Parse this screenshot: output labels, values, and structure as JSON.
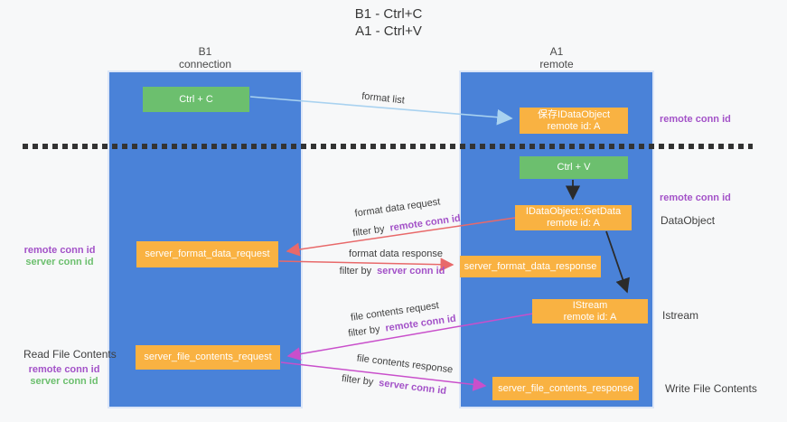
{
  "title": {
    "line1": "B1 - Ctrl+C",
    "line2": "A1 - Ctrl+V"
  },
  "columns": {
    "left": {
      "name": "B1",
      "role": "connection"
    },
    "right": {
      "name": "A1",
      "role": "remote"
    }
  },
  "nodes": {
    "ctrl_c": {
      "label": "Ctrl + C"
    },
    "save_idataobject": {
      "line1": "保存IDataObject",
      "line2": "remote id: A"
    },
    "ctrl_v": {
      "label": "Ctrl + V"
    },
    "idataobject_getdata": {
      "line1": "IDataObject::GetData",
      "line2": "remote id: A"
    },
    "server_format_data_request": {
      "label": "server_format_data_request"
    },
    "server_format_data_response": {
      "label": "server_format_data_response"
    },
    "istream": {
      "line1": "IStream",
      "line2": "remote id: A"
    },
    "server_file_contents_request": {
      "label": "server_file_contents_request"
    },
    "server_file_contents_response": {
      "label": "server_file_contents_response"
    }
  },
  "arrow_labels": {
    "format_list": "format list",
    "format_data_request": "format data request",
    "format_data_response": "format data response",
    "file_contents_request": "file contents request",
    "file_contents_response": "file contents response",
    "filter_by": "filter by",
    "remote_conn_id": "remote conn id",
    "server_conn_id": "server conn id"
  },
  "side_labels": {
    "remote_conn_id": "remote conn id",
    "server_conn_id": "server conn id",
    "read_file_contents": "Read File Contents",
    "write_file_contents": "Write File Contents",
    "dataobject": "DataObject",
    "istream": "Istream"
  },
  "colors": {
    "column_blue": "#4a82d8",
    "box_green": "#6cbf6e",
    "box_orange": "#f9b242",
    "arrow_light_blue": "#a9d2f0",
    "arrow_red": "#e8696a",
    "arrow_magenta": "#c94fcb",
    "arrow_black": "#2b2b2b",
    "label_purple": "#a352c8",
    "label_green": "#6cbf6e"
  }
}
